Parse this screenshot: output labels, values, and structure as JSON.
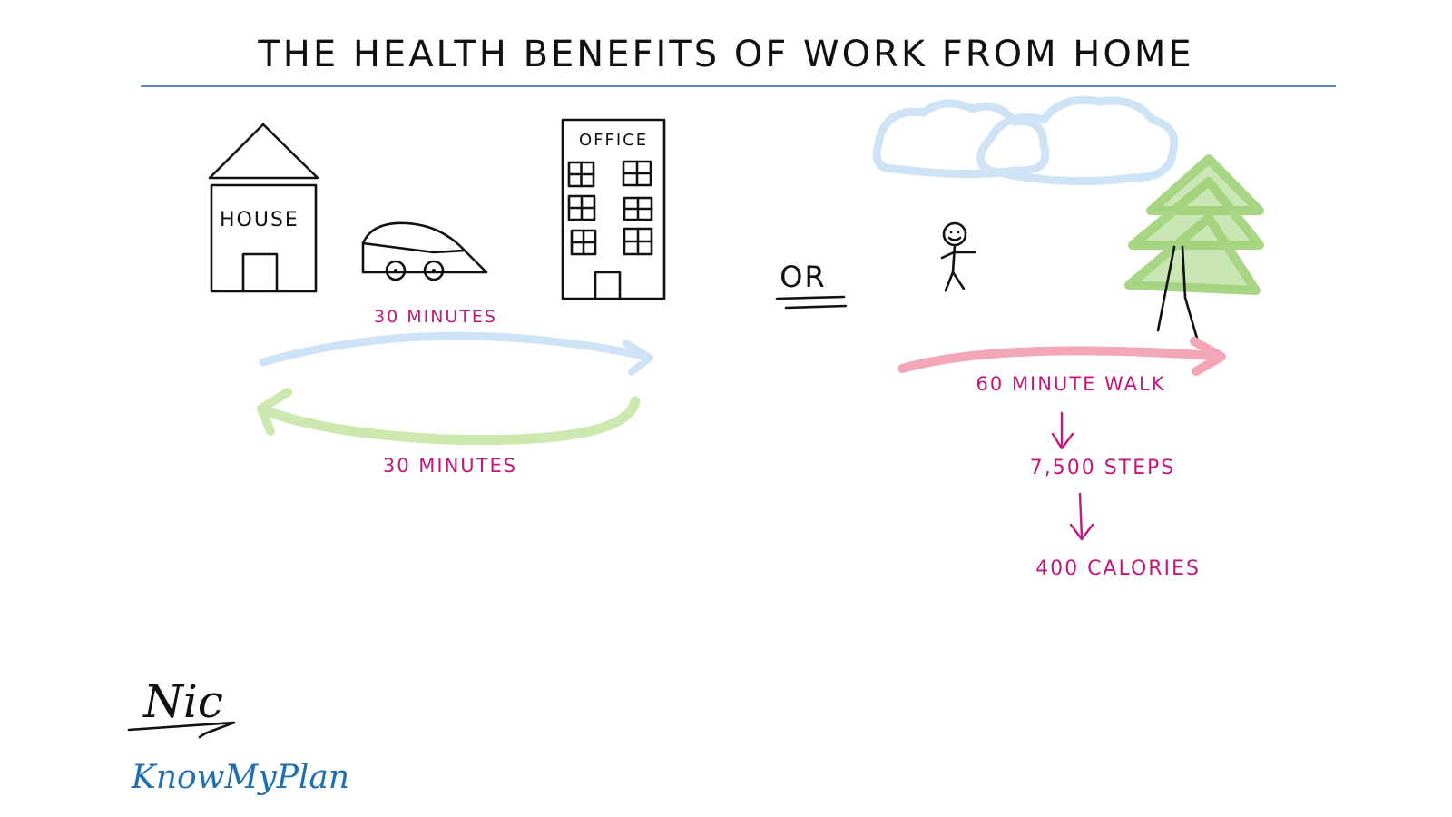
{
  "title": "The Health Benefits of Work From Home",
  "colors": {
    "ink": "#111111",
    "magenta": "#c2187e",
    "rule_blue": "#2a5fa8",
    "arrow_blue": "#cfe3f7",
    "arrow_green": "#cde9b0",
    "arrow_pink": "#f2a6b8",
    "cloud_blue": "#cfe3f7",
    "tree_green": "#9fd277",
    "brand_blue": "#1f6fb5"
  },
  "commute": {
    "house_label": "House",
    "office_label": "Office",
    "to_office": "30 Minutes",
    "to_home": "30 Minutes"
  },
  "connector": "Or",
  "walk": {
    "label": "60 Minute Walk",
    "steps": "7,500 Steps",
    "calories": "400 Calories"
  },
  "signature": {
    "name": "Nic",
    "brand": "KnowMyPlan"
  }
}
